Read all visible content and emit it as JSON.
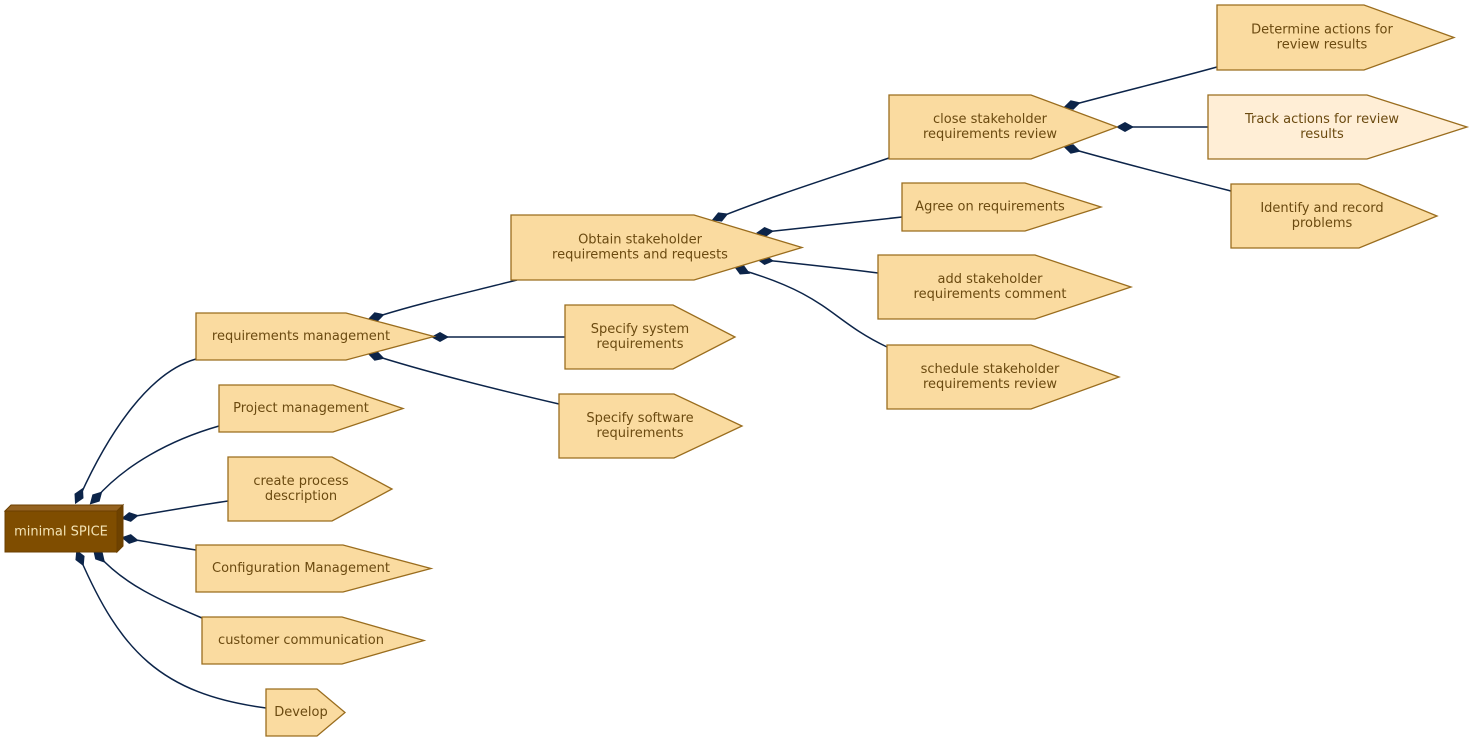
{
  "diagram": {
    "root": {
      "label": "minimal SPICE",
      "icon": "box-3d"
    },
    "nodes": {
      "requirements_management": [
        "requirements management"
      ],
      "project_management": [
        "Project management"
      ],
      "create_process_description": [
        "create process",
        "description"
      ],
      "configuration_management": [
        "Configuration Management"
      ],
      "customer_communication": [
        "customer communication"
      ],
      "develop": [
        "Develop"
      ],
      "specify_system_requirements": [
        "Specify system",
        "requirements"
      ],
      "specify_software_requirements": [
        "Specify software",
        "requirements"
      ],
      "obtain_stakeholder_requirements": [
        "Obtain stakeholder",
        "requirements and requests"
      ],
      "close_stakeholder_requirements_review": [
        "close stakeholder",
        "requirements review"
      ],
      "agree_on_requirements": [
        "Agree on requirements"
      ],
      "add_stakeholder_requirements_comment": [
        "add stakeholder",
        "requirements comment"
      ],
      "schedule_stakeholder_requirements_review": [
        "schedule stakeholder",
        "requirements review"
      ],
      "determine_actions": [
        "Determine actions for",
        "review results"
      ],
      "track_actions": [
        "Track actions for review",
        "results"
      ],
      "identify_and_record_problems": [
        "Identify and record",
        "problems"
      ]
    },
    "colors": {
      "node_fill": "#fadba0",
      "node_fill_light": "#ffeed6",
      "node_stroke": "#9a6d1e",
      "node_text": "#6b4a10",
      "root_fill": "#7f4d00",
      "root_text": "#f3e3b4",
      "edge": "#0c2449"
    }
  }
}
